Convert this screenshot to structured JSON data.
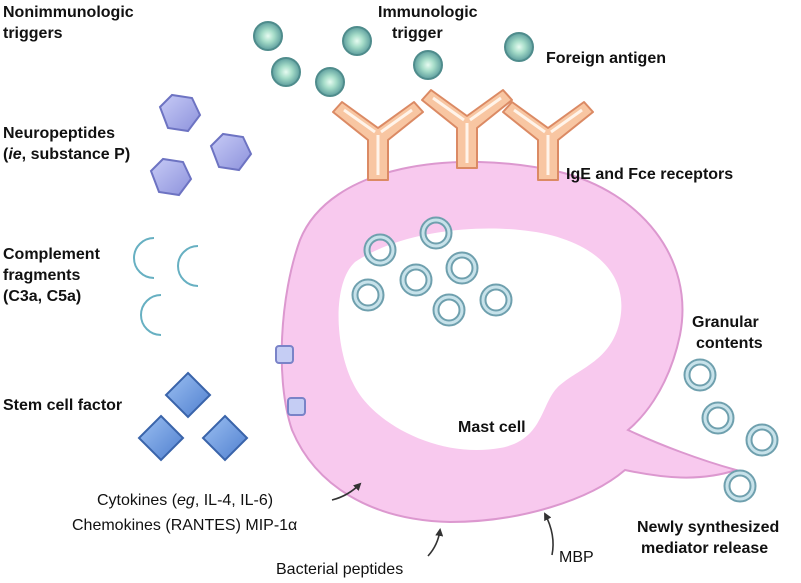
{
  "labels": {
    "nonimmunologic_line1": "Nonimmunologic",
    "nonimmunologic_line2": "triggers",
    "immunologic_line1": "Immunologic",
    "immunologic_line2": "trigger",
    "foreign_antigen": "Foreign antigen",
    "neuropeptides_line1": "Neuropeptides",
    "neuropeptides_ie": "ie",
    "neuropeptides_rest": ", substance P)",
    "ige_receptors": "IgE and Fce receptors",
    "complement_line1": "Complement",
    "complement_line2": "fragments",
    "complement_line3": "(C3a, C5a)",
    "granular_line1": "Granular",
    "granular_line2": "contents",
    "stem_cell_factor": "Stem cell factor",
    "mast_cell": "Mast cell",
    "cytokines_pre": "Cytokines (",
    "cytokines_eg": "eg",
    "cytokines_post": ", IL-4, IL-6)",
    "chemokines": "Chemokines (RANTES) MIP-1α",
    "bacterial_peptides": "Bacterial peptides",
    "mbp": "MBP",
    "newly_line1": "Newly synthesized",
    "newly_line2": "mediator release"
  },
  "icons": {
    "antigen": "antigen-sphere",
    "neuropeptide": "hexagon",
    "complement": "crescent",
    "stem_cell_factor": "diamond",
    "receptor": "y-shaped-antibody",
    "granule": "ring-granule"
  },
  "colors": {
    "cell_fill": "#f7c8ee",
    "cell_stroke": "#d991cc",
    "nucleus_fill": "#ffffff",
    "receptor_fill": "#f8c7a4",
    "receptor_stroke": "#d9825a",
    "antigen_outer": "#6aa8a4",
    "antigen_inner": "#9fd6c6",
    "hexagon_fill": "#aab0ee",
    "hexagon_stroke": "#7177c4",
    "crescent_fill": "#b9e4ee",
    "crescent_stroke": "#6fb6c6",
    "diamond_fill": "#6f9be0",
    "diamond_stroke": "#3b67ad",
    "granule_fill": "#c0dde6",
    "granule_stroke": "#6d9cab",
    "arrow_color": "#333333"
  }
}
